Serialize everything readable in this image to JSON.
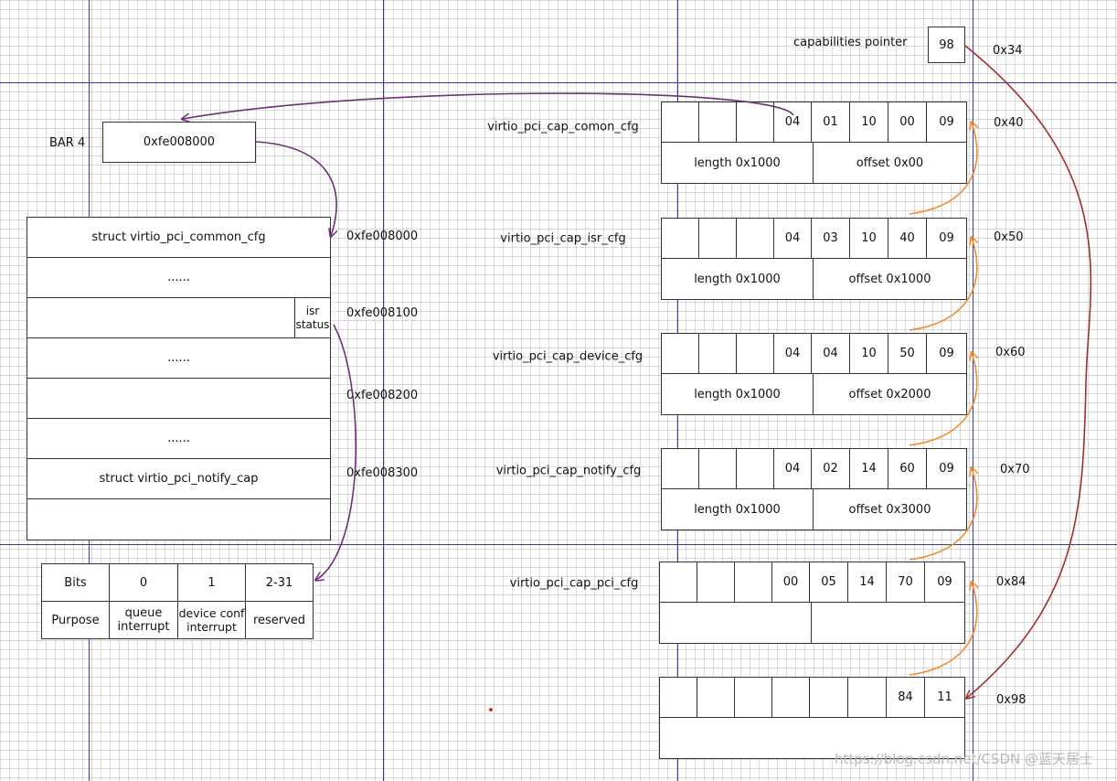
{
  "header": {
    "cap_pointer_label": "capabilities pointer",
    "cap_pointer_value": "98",
    "cap_pointer_offset": "0x34"
  },
  "bar": {
    "label": "BAR 4",
    "address": "0xfe008000"
  },
  "memory": {
    "rows": [
      "struct virtio_pci_common_cfg",
      "......",
      "",
      "......",
      "",
      "......",
      "struct virtio_pci_notify_cap",
      ""
    ],
    "isr_label": "isr status",
    "addresses": [
      "0xfe008000",
      "0xfe008100",
      "0xfe008200",
      "0xfe008300"
    ]
  },
  "isr_table": {
    "header": [
      "Bits",
      "0",
      "1",
      "2-31"
    ],
    "purpose": [
      "Purpose",
      "queue interrupt",
      "device conf interrupt",
      "reserved"
    ]
  },
  "capabilities": [
    {
      "name": "virtio_pci_cap_comon_cfg",
      "offset": "0x40",
      "bytes": [
        "",
        "",
        "",
        "04",
        "01",
        "10",
        "00",
        "09"
      ],
      "length": "length 0x1000",
      "bar_offset": "offset 0x00"
    },
    {
      "name": "virtio_pci_cap_isr_cfg",
      "offset": "0x50",
      "bytes": [
        "",
        "",
        "",
        "04",
        "03",
        "10",
        "40",
        "09"
      ],
      "length": "length 0x1000",
      "bar_offset": "offset 0x1000"
    },
    {
      "name": "virtio_pci_cap_device_cfg",
      "offset": "0x60",
      "bytes": [
        "",
        "",
        "",
        "04",
        "04",
        "10",
        "50",
        "09"
      ],
      "length": "length 0x1000",
      "bar_offset": "offset 0x2000"
    },
    {
      "name": "virtio_pci_cap_notify_cfg",
      "offset": "0x70",
      "bytes": [
        "",
        "",
        "",
        "04",
        "02",
        "14",
        "60",
        "09"
      ],
      "length": "length 0x1000",
      "bar_offset": "offset 0x3000"
    },
    {
      "name": "virtio_pci_cap_pci_cfg",
      "offset": "0x84",
      "bytes": [
        "",
        "",
        "",
        "00",
        "05",
        "14",
        "70",
        "09"
      ],
      "length": "",
      "bar_offset": ""
    },
    {
      "name": "",
      "offset": "0x98",
      "bytes": [
        "",
        "",
        "",
        "",
        "",
        "",
        "84",
        "11"
      ],
      "length": "",
      "bar_offset": ""
    }
  ],
  "watermark": "https://blog.csdn.net/CSDN @蓝天居士",
  "colors": {
    "guide": "#3a3aa0",
    "bar_arrow": "#6e2f78",
    "chain_arrow": "#f08a2a",
    "pointer_arrow": "#a0302a"
  }
}
